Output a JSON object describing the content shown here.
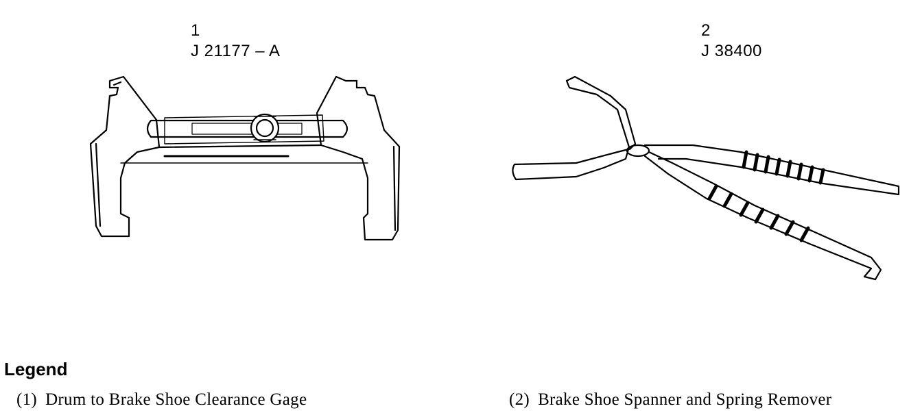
{
  "tools": [
    {
      "number": "1",
      "part_number": "J 21177 – A"
    },
    {
      "number": "2",
      "part_number": "J 38400"
    }
  ],
  "legend": {
    "title": "Legend",
    "items": [
      {
        "number": "(1)",
        "label": "Drum to Brake Shoe Clearance Gage"
      },
      {
        "number": "(2)",
        "label": "Brake Shoe Spanner and Spring Remover"
      }
    ]
  }
}
